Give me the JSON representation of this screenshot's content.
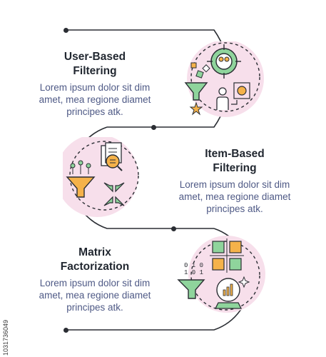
{
  "steps": [
    {
      "title_line1": "User-Based",
      "title_line2": "Filtering",
      "desc_line1": "Lorem ipsum dolor sit dim",
      "desc_line2": "amet, mea regione diamet",
      "desc_line3": "principes atk.",
      "icon": "target-users-funnel-icon"
    },
    {
      "title_line1": "Item-Based",
      "title_line2": "Filtering",
      "desc_line1": "Lorem ipsum dolor sit dim",
      "desc_line2": "amet, mea regione diamet",
      "desc_line3": "principes atk.",
      "icon": "documents-funnel-arrows-icon"
    },
    {
      "title_line1": "Matrix",
      "title_line2": "Factorization",
      "desc_line1": "Lorem ipsum dolor sit dim",
      "desc_line2": "amet, mea regione diamet",
      "desc_line3": "principes atk.",
      "icon": "binary-funnel-crystal-ball-icon"
    }
  ],
  "stock_id": "1031736049",
  "colors": {
    "title": "#222831",
    "desc": "#4f5a86",
    "pink": "#f7dfeb",
    "green": "#8fd49c",
    "orange": "#f5b24a",
    "line": "#2a2d33"
  }
}
